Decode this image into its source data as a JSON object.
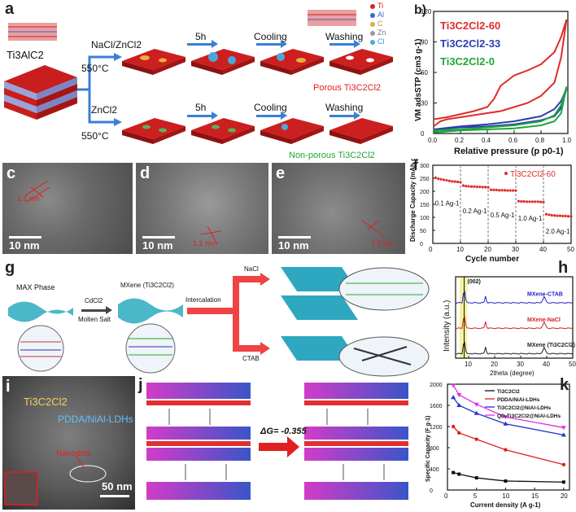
{
  "panel_labels": {
    "a": "a",
    "b": "b)",
    "c": "c",
    "d": "d",
    "e": "e",
    "f": "f",
    "g": "g",
    "h": "h",
    "i": "i",
    "j": "j",
    "k": "k"
  },
  "panel_a": {
    "precursor": "Ti3AlC2",
    "legend": [
      "Ti",
      "Al",
      "C",
      "Zn",
      "Cl"
    ],
    "route1_salt": "NaCl/ZnCl2",
    "route2_salt": "ZnCl2",
    "temp": "550°C",
    "step_5h": "5h",
    "step_cooling": "Cooling",
    "step_washing": "Washing",
    "product1": "Porous Ti3C2Cl2",
    "product2": "Non-porous Ti3C2Cl2"
  },
  "panel_c": {
    "measure": "1.1 nm",
    "scale": "10 nm"
  },
  "panel_d": {
    "measure": "1.1 nm",
    "scale": "10 nm"
  },
  "panel_e": {
    "measure": "1.2 nm",
    "scale": "10 nm"
  },
  "panel_g": {
    "max_phase": "MAX Phase",
    "reagent": "CdCl2",
    "reagent2": "Molten Salt",
    "mxene": "MXene (Ti3C2Cl2)",
    "intercalation": "Intercalation",
    "nacl": "NaCl",
    "ctab": "CTAB"
  },
  "panel_i": {
    "label1": "Ti3C2Cl2",
    "label2": "PDDA/NiAl-LDHs",
    "label3": "Nanodots",
    "scale": "50 nm"
  },
  "panel_j": {
    "delta_g": "ΔG= -0.355"
  },
  "chart_data": [
    {
      "id": "b",
      "type": "line",
      "xlabel": "Relative pressure (p p0-1)",
      "ylabel": "VM adsSTP (cm3 g-1)",
      "xlim": [
        0.0,
        1.0
      ],
      "ylim": [
        0,
        120
      ],
      "xticks": [
        "0.0",
        "0.2",
        "0.4",
        "0.6",
        "0.8",
        "1.0"
      ],
      "yticks": [
        "0",
        "30",
        "60",
        "90",
        "120"
      ],
      "legend_position": "top-left",
      "series": [
        {
          "name": "Ti3C2Cl2-60",
          "color": "#e02b2b",
          "adsorption": [
            [
              0.0,
              7
            ],
            [
              0.05,
              12
            ],
            [
              0.1,
              14
            ],
            [
              0.2,
              16
            ],
            [
              0.3,
              18
            ],
            [
              0.4,
              20
            ],
            [
              0.5,
              22
            ],
            [
              0.6,
              26
            ],
            [
              0.7,
              30
            ],
            [
              0.8,
              37
            ],
            [
              0.9,
              50
            ],
            [
              0.95,
              75
            ],
            [
              0.99,
              112
            ]
          ],
          "desorption": [
            [
              0.99,
              112
            ],
            [
              0.95,
              95
            ],
            [
              0.9,
              80
            ],
            [
              0.8,
              68
            ],
            [
              0.7,
              62
            ],
            [
              0.6,
              57
            ],
            [
              0.5,
              47
            ],
            [
              0.45,
              34
            ],
            [
              0.4,
              26
            ],
            [
              0.3,
              22
            ],
            [
              0.2,
              19
            ],
            [
              0.1,
              16
            ],
            [
              0.0,
              14
            ]
          ]
        },
        {
          "name": "Ti3C2Cl2-33",
          "color": "#2d3fb0",
          "adsorption": [
            [
              0.0,
              2
            ],
            [
              0.1,
              5
            ],
            [
              0.2,
              6
            ],
            [
              0.4,
              7
            ],
            [
              0.6,
              9
            ],
            [
              0.8,
              13
            ],
            [
              0.9,
              17
            ],
            [
              0.95,
              25
            ],
            [
              0.99,
              44
            ]
          ],
          "desorption": [
            [
              0.99,
              44
            ],
            [
              0.95,
              32
            ],
            [
              0.9,
              24
            ],
            [
              0.8,
              17
            ],
            [
              0.6,
              12
            ],
            [
              0.4,
              9
            ],
            [
              0.2,
              7
            ],
            [
              0.0,
              4
            ]
          ]
        },
        {
          "name": "Ti3C2Cl2-0",
          "color": "#1fa63a",
          "adsorption": [
            [
              0.0,
              1
            ],
            [
              0.1,
              2
            ],
            [
              0.2,
              3
            ],
            [
              0.4,
              4
            ],
            [
              0.6,
              5
            ],
            [
              0.8,
              8
            ],
            [
              0.9,
              12
            ],
            [
              0.95,
              20
            ],
            [
              0.99,
              46
            ]
          ],
          "desorption": [
            [
              0.99,
              46
            ],
            [
              0.95,
              28
            ],
            [
              0.9,
              18
            ],
            [
              0.8,
              12
            ],
            [
              0.6,
              8
            ],
            [
              0.4,
              6
            ],
            [
              0.2,
              4
            ],
            [
              0.0,
              3
            ]
          ]
        }
      ]
    },
    {
      "id": "f",
      "type": "scatter",
      "xlabel": "Cycle number",
      "ylabel": "Discharge Capacity (mAh g-1)",
      "xlim": [
        0,
        50
      ],
      "ylim": [
        0,
        300
      ],
      "xticks": [
        "0",
        "10",
        "20",
        "30",
        "40",
        "50"
      ],
      "yticks": [
        "0",
        "50",
        "100",
        "150",
        "200",
        "250",
        "300"
      ],
      "legend": "Ti3C2Cl2-60",
      "color": "#e02b2b",
      "segments": [
        {
          "label": "0.1 Ag-1",
          "x": [
            1,
            2,
            3,
            4,
            5,
            6,
            7,
            8,
            9,
            10
          ],
          "y": [
            252,
            248,
            246,
            244,
            242,
            240,
            238,
            237,
            236,
            235
          ]
        },
        {
          "label": "0.2 Ag-1",
          "x": [
            11,
            12,
            13,
            14,
            15,
            16,
            17,
            18,
            19,
            20
          ],
          "y": [
            222,
            220,
            219,
            218,
            218,
            217,
            217,
            216,
            216,
            215
          ]
        },
        {
          "label": "0.5 Ag-1",
          "x": [
            21,
            22,
            23,
            24,
            25,
            26,
            27,
            28,
            29,
            30
          ],
          "y": [
            206,
            205,
            205,
            204,
            204,
            204,
            203,
            203,
            203,
            203
          ]
        },
        {
          "label": "1.0 Ag-1",
          "x": [
            31,
            32,
            33,
            34,
            35,
            36,
            37,
            38,
            39,
            40
          ],
          "y": [
            162,
            161,
            161,
            160,
            160,
            160,
            160,
            160,
            159,
            159
          ]
        },
        {
          "label": "2.0 Ag-1",
          "x": [
            41,
            42,
            43,
            44,
            45,
            46,
            47,
            48,
            49,
            50
          ],
          "y": [
            112,
            110,
            108,
            107,
            106,
            106,
            105,
            105,
            104,
            104
          ]
        }
      ]
    },
    {
      "id": "h",
      "type": "line",
      "xlabel": "2theta (degree)",
      "ylabel": "Intensity (a.u.)",
      "xlim": [
        5,
        50
      ],
      "xticks": [
        "10",
        "20",
        "30",
        "40",
        "50"
      ],
      "peak_label": "(002)",
      "series": [
        {
          "name": "MXene-CTAB",
          "color": "#2222cc",
          "offset": 2.0
        },
        {
          "name": "MXene-NaCl",
          "color": "#d62222",
          "offset": 1.0
        },
        {
          "name": "MXene (Ti3C2Cl2)",
          "color": "#222222",
          "offset": 0.0
        }
      ]
    },
    {
      "id": "k",
      "type": "line",
      "xlabel": "Current density (A g-1)",
      "ylabel": "Specific Capacity (F g-1)",
      "xlim": [
        0,
        21
      ],
      "ylim": [
        0,
        2000
      ],
      "xticks": [
        "0",
        "5",
        "10",
        "15",
        "20"
      ],
      "yticks": [
        "0",
        "400",
        "800",
        "1200",
        "1600",
        "2000"
      ],
      "x": [
        1,
        2,
        5,
        10,
        20
      ],
      "series": [
        {
          "name": "Ti3C2Cl2",
          "color": "#111111",
          "marker": "square",
          "values": [
            330,
            300,
            230,
            170,
            150
          ]
        },
        {
          "name": "PDDA/NiAl-LDHs",
          "color": "#e02020",
          "marker": "circle",
          "values": [
            1200,
            1080,
            960,
            760,
            480
          ]
        },
        {
          "name": "Ti3C2Cl2@NiAl-LDHs",
          "color": "#2233cc",
          "marker": "triangle",
          "values": [
            1750,
            1600,
            1450,
            1250,
            1040
          ]
        },
        {
          "name": "QD-Ti3C2Cl2@NiAl-LDHs",
          "color": "#e030e0",
          "marker": "triangle-down",
          "values": [
            1980,
            1800,
            1620,
            1380,
            1180
          ]
        }
      ]
    }
  ]
}
